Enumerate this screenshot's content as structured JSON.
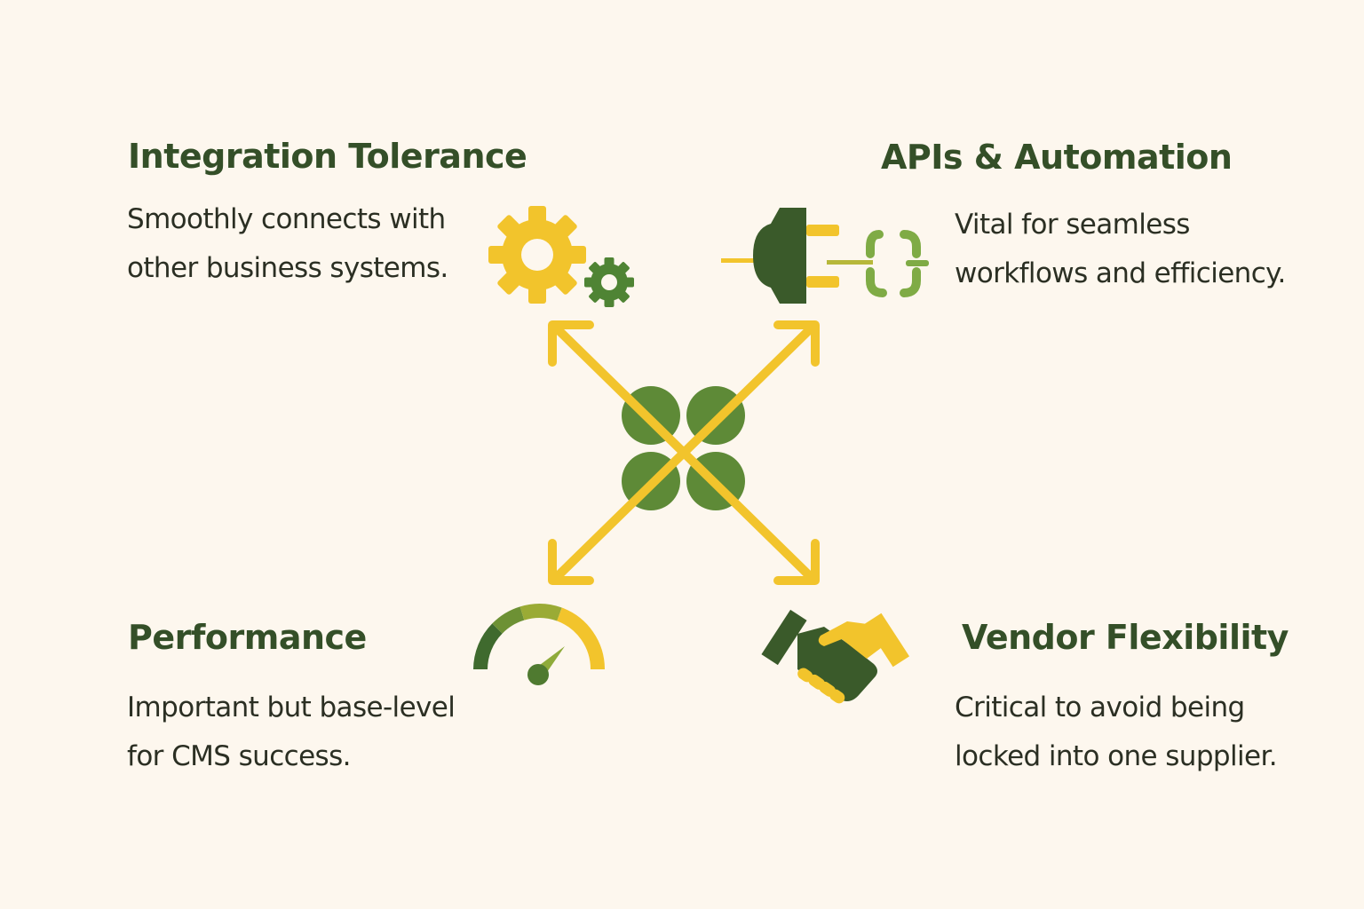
{
  "colors": {
    "background": "#fdf7ee",
    "title": "#344f28",
    "body_text": "#2b2f23",
    "yellow": "#f2c42c",
    "green": "#5e8a37",
    "dark_green": "#3a5a2a",
    "light_green": "#7fab45"
  },
  "center": {
    "icon": "four-circle-cluster-icon",
    "arrows": "four-direction-arrows-icon"
  },
  "quadrants": {
    "top_left": {
      "title": "Integration Tolerance",
      "description": [
        "Smoothly connects with",
        "other business systems."
      ],
      "icon": "gears-icon"
    },
    "top_right": {
      "title": "APIs & Automation",
      "description": [
        "Vital for seamless",
        "workflows and efficiency."
      ],
      "icon": "plug-connector-icon"
    },
    "bottom_left": {
      "title": "Performance",
      "description": [
        "Important but base-level",
        "for CMS success."
      ],
      "icon": "speedometer-icon"
    },
    "bottom_right": {
      "title": "Vendor Flexibility",
      "description": [
        "Critical to avoid being",
        "locked into one supplier."
      ],
      "icon": "handshake-icon"
    }
  }
}
